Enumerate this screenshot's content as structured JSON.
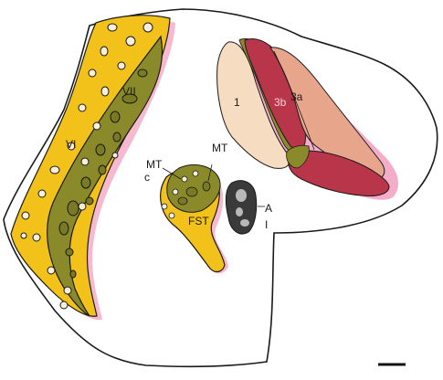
{
  "labels": {
    "area_vi": "VI",
    "area_vii": "VII",
    "area_1": "1",
    "area_3b": "3b",
    "area_3a": "3a",
    "area_mt_c": "MT",
    "area_c": "c",
    "area_mt": "MT",
    "area_fst": "FST",
    "area_a": "A",
    "area_i": "I"
  },
  "colors": {
    "outline": "#1a1a1a",
    "yellow_region": "#f2c21b",
    "olive_region": "#8a8a2a",
    "pink_shadow": "#f08ab0",
    "peach_region": "#f6dcc0",
    "crimson_region": "#b8354a",
    "salmon_region": "#e7a58c",
    "dark_nucleus": "#3a3a3a",
    "grey_cells": "#b9b9b9",
    "scale_bar": "#111111"
  }
}
